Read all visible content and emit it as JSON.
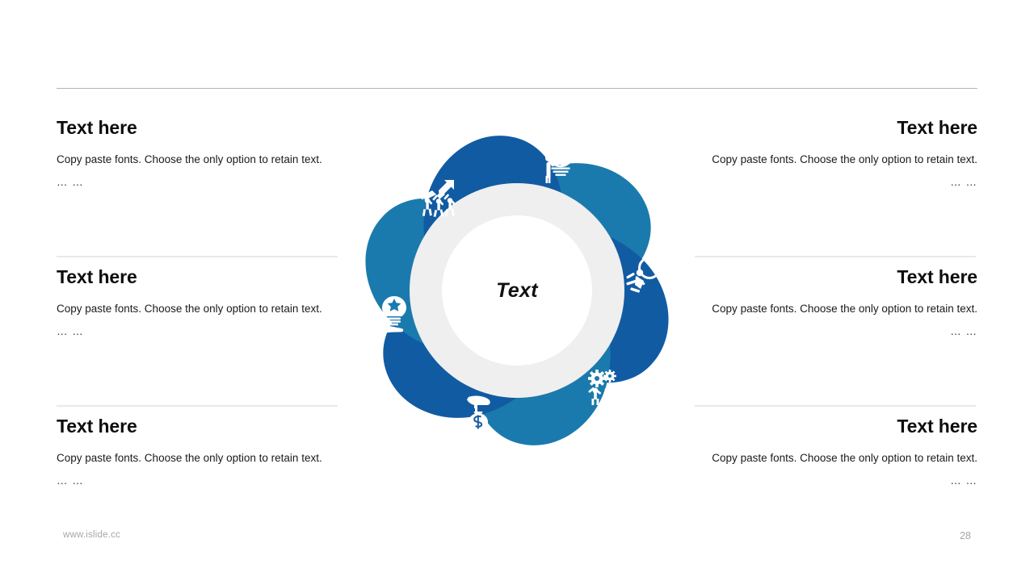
{
  "slide": {
    "background_color": "#ffffff",
    "rule_color": "#b3b3b3",
    "separator_color": "#e9e9e9"
  },
  "left_column": [
    {
      "title": "Text here",
      "body": "Copy paste fonts. Choose the only option to retain text.",
      "dots": "… …"
    },
    {
      "title": "Text here",
      "body": "Copy paste fonts. Choose the only option to retain text.",
      "dots": "… …"
    },
    {
      "title": "Text here",
      "body": "Copy paste fonts. Choose the only option to retain text.",
      "dots": "… …"
    }
  ],
  "right_column": [
    {
      "title": "Text here",
      "body": "Copy paste fonts. Choose the only option to retain text.",
      "dots": "… …"
    },
    {
      "title": "Text here",
      "body": "Copy paste fonts. Choose the only option to retain text.",
      "dots": "… …"
    },
    {
      "title": "Text here",
      "body": "Copy paste fonts. Choose the only option to retain text.",
      "dots": "… …"
    }
  ],
  "diagram": {
    "center_label": "Text",
    "center_ring_color": "#efefef",
    "center_disc_color": "#ffffff",
    "petal_color_dark": "#115ba3",
    "petal_color_light": "#1b7aad",
    "icon_color": "#ffffff",
    "petals": [
      {
        "index": 1,
        "color": "#1b7aad",
        "icon": "person-pie-chart-icon",
        "angle": 0
      },
      {
        "index": 2,
        "color": "#115ba3",
        "icon": "person-magnifier-icon",
        "angle": 60
      },
      {
        "index": 3,
        "color": "#1b7aad",
        "icon": "gears-people-icon",
        "angle": 120
      },
      {
        "index": 4,
        "color": "#115ba3",
        "icon": "hand-money-bag-icon",
        "angle": 180
      },
      {
        "index": 5,
        "color": "#1b7aad",
        "icon": "hand-lightbulb-icon",
        "angle": 240
      },
      {
        "index": 6,
        "color": "#115ba3",
        "icon": "people-growth-arrow-icon",
        "angle": 300
      }
    ]
  },
  "footer": {
    "website": "www.islide.cc",
    "page_number": "28"
  }
}
